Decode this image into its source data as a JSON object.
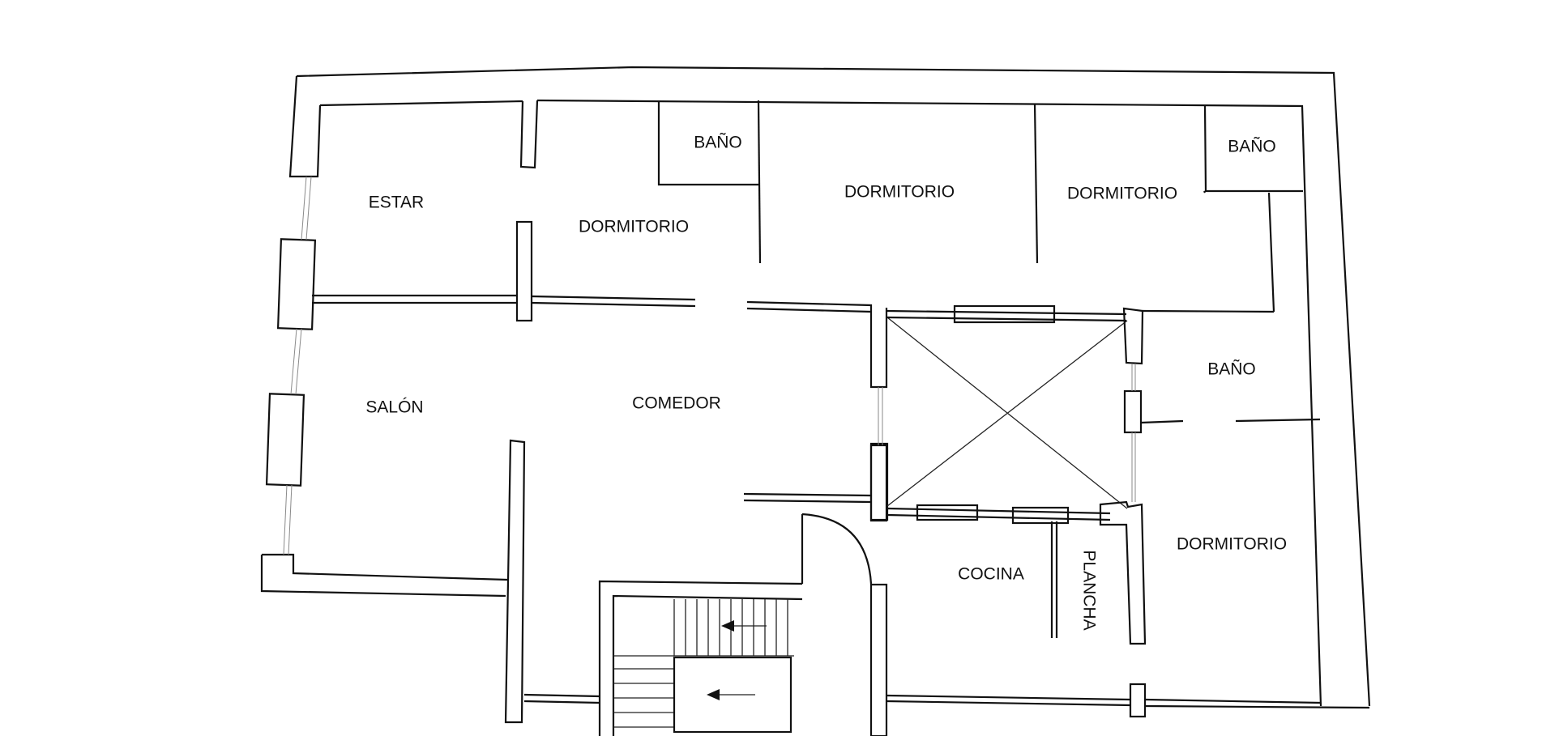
{
  "rooms": {
    "estar": "ESTAR",
    "dormitorio_1": "DORMITORIO",
    "bano_1": "BAÑO",
    "dormitorio_2": "DORMITORIO",
    "dormitorio_3": "DORMITORIO",
    "bano_2": "BAÑO",
    "salon": "SALÓN",
    "comedor": "COMEDOR",
    "bano_3": "BAÑO",
    "cocina": "COCINA",
    "plancha": "PLANCHA",
    "dormitorio_4": "DORMITORIO"
  },
  "colors": {
    "wall": "#111111",
    "background": "#ffffff"
  }
}
